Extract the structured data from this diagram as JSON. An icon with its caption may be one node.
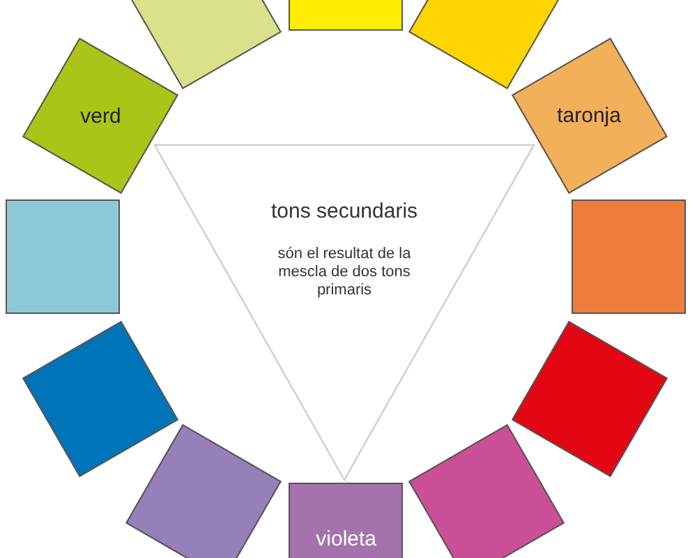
{
  "diagram": {
    "nodes": [
      {
        "text": [],
        "shape": "box"
      },
      {
        "text": [],
        "shape": "box"
      },
      {
        "text": [],
        "shape": "box"
      },
      {
        "text": [
          "verd"
        ]
      },
      {
        "text": [
          "taronja"
        ]
      },
      {
        "text": [
          "tons secundaris",
          "són el resultat de la mescla de dos tons primaris"
        ]
      },
      {
        "text": [],
        "shape": "box"
      },
      {
        "text": [],
        "shape": "box"
      },
      {
        "text": [],
        "shape": "box"
      },
      {
        "text": [],
        "shape": "box"
      },
      {
        "text": [],
        "shape": "box"
      },
      {
        "text": [],
        "shape": "box"
      },
      {
        "text": [
          "violeta"
        ]
      }
    ]
  }
}
